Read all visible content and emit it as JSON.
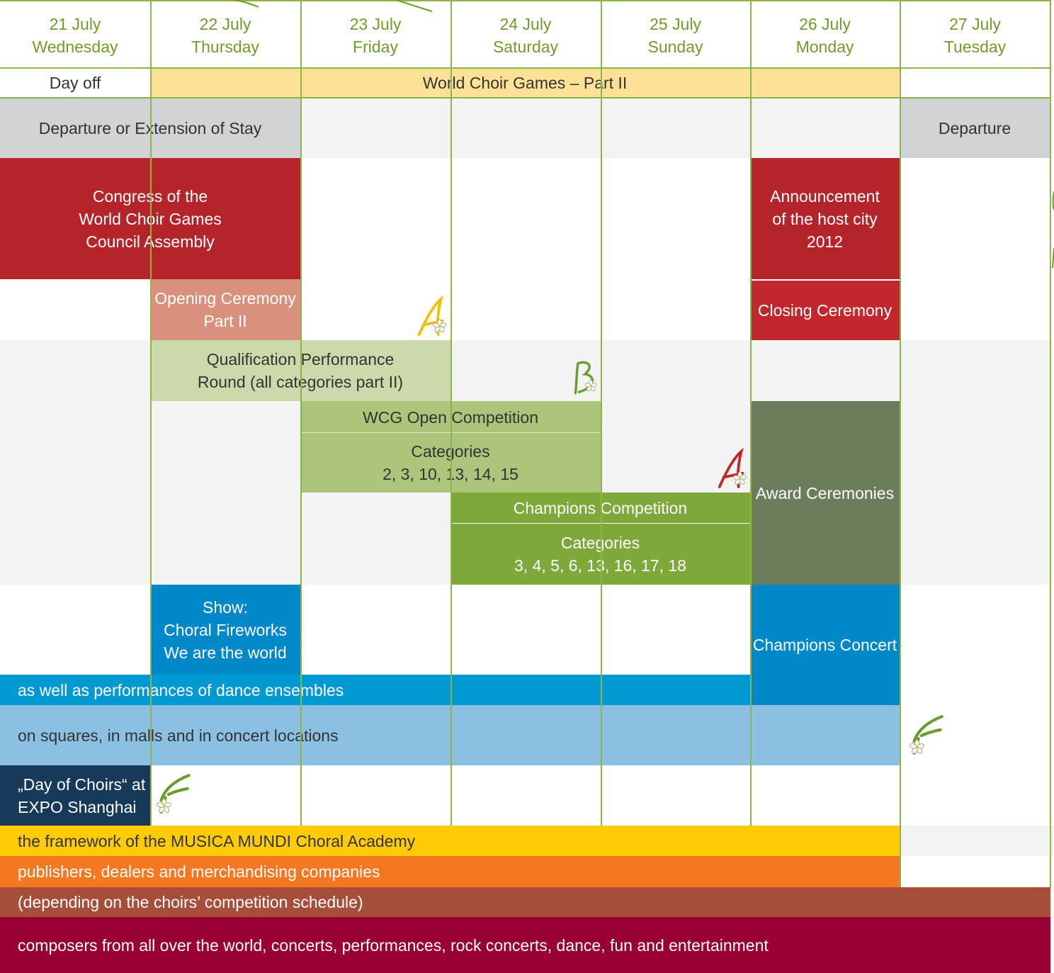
{
  "days": [
    {
      "date": "21 July",
      "weekday": "Wednesday"
    },
    {
      "date": "22 July",
      "weekday": "Thursday"
    },
    {
      "date": "23 July",
      "weekday": "Friday"
    },
    {
      "date": "24 July",
      "weekday": "Saturday"
    },
    {
      "date": "25 July",
      "weekday": "Sunday"
    },
    {
      "date": "26 July",
      "weekday": "Monday"
    },
    {
      "date": "27 July",
      "weekday": "Tuesday"
    }
  ],
  "colors": {
    "grid_line": "#8cb446",
    "header_text": "#6f9c2a",
    "dark_text": "#333333",
    "cream": "#fde196",
    "grey_band": "#d1d3d4",
    "light_band": "#f2f3f2",
    "congress_red": "#b5242b",
    "ceremony_red": "#c1272d",
    "salmon": "#d9907d",
    "pale_green": "#ccd9aa",
    "open_green": "#adc57b",
    "champ_green": "#7fa83a",
    "olive": "#6c7d5c",
    "blue": "#0088c8",
    "blue_bar": "#0099d1",
    "light_blue": "#8bc0e2",
    "navy": "#17395a",
    "yellow": "#fecb05",
    "orange": "#f37821",
    "brown": "#a64e3a",
    "maroon": "#990033",
    "icon_yellow": "#f2c200",
    "icon_green": "#6b9c2e",
    "icon_red": "#c1272d"
  },
  "blocks": [
    {
      "id": "day-off",
      "lines": [
        "Day off"
      ],
      "text": "dark"
    },
    {
      "id": "world-choir-games-part-2",
      "lines": [
        "World Choir Games – Part II"
      ],
      "text": "dark"
    },
    {
      "id": "departure-or-extension",
      "lines": [
        "Departure or Extension of Stay"
      ],
      "text": "dark"
    },
    {
      "id": "departure",
      "lines": [
        "Departure"
      ],
      "text": "dark"
    },
    {
      "id": "congress",
      "lines": [
        "Congress of the",
        "World Choir Games",
        "Council Assembly"
      ],
      "text": "light"
    },
    {
      "id": "announcement",
      "lines": [
        "Announcement",
        "of the host city",
        "2012"
      ],
      "text": "light"
    },
    {
      "id": "opening-ceremony",
      "lines": [
        "Opening Ceremony",
        "Part II"
      ],
      "text": "light"
    },
    {
      "id": "closing-ceremony",
      "lines": [
        "Closing Ceremony"
      ],
      "text": "light"
    },
    {
      "id": "qualification",
      "lines": [
        "Qualification Performance",
        "Round (all categories part II)"
      ],
      "text": "dark"
    },
    {
      "id": "wcg-open-title",
      "lines": [
        "WCG Open Competition"
      ],
      "text": "dark"
    },
    {
      "id": "wcg-open-categories",
      "lines": [
        "Categories",
        "2, 3, 10, 13, 14, 15"
      ],
      "text": "dark"
    },
    {
      "id": "champions-title",
      "lines": [
        "Champions Competition"
      ],
      "text": "light"
    },
    {
      "id": "champions-categories",
      "lines": [
        "Categories",
        "3, 4,  5,  6, 13, 16, 17, 18"
      ],
      "text": "light"
    },
    {
      "id": "award-ceremonies",
      "lines": [
        "Award Ceremonies"
      ],
      "text": "light"
    },
    {
      "id": "show",
      "lines": [
        "Show:",
        "Choral Fireworks",
        "We are the world"
      ],
      "text": "light"
    },
    {
      "id": "champions-concert",
      "lines": [
        "Champions Concert"
      ],
      "text": "light"
    },
    {
      "id": "dance-ensembles",
      "lines": [
        "as well as performances of dance ensembles"
      ],
      "text": "light"
    },
    {
      "id": "squares-malls",
      "lines": [
        "on squares, in malls and in concert locations"
      ],
      "text": "dark"
    },
    {
      "id": "day-of-choirs",
      "lines": [
        "„Day of Choirs“ at",
        "EXPO Shanghai"
      ],
      "text": "light"
    },
    {
      "id": "musica-mundi",
      "lines": [
        "the framework of the MUSICA MUNDI Choral Academy"
      ],
      "text": "dark"
    },
    {
      "id": "publishers",
      "lines": [
        "publishers, dealers and merchandising companies"
      ],
      "text": "light"
    },
    {
      "id": "competition-schedule",
      "lines": [
        "(depending on the choirs’ competition schedule)"
      ],
      "text": "light"
    },
    {
      "id": "composers",
      "lines": [
        "composers from all over the world, concerts, performances, rock concerts, dance, fun and entertainment"
      ],
      "text": "light"
    }
  ],
  "icons": [
    {
      "id": "competition-a-yellow",
      "kind": "a",
      "color": "icon_yellow"
    },
    {
      "id": "competition-b",
      "kind": "b",
      "color": "icon_green"
    },
    {
      "id": "competition-a-red",
      "kind": "a",
      "color": "icon_red"
    },
    {
      "id": "flower-f-1",
      "kind": "f",
      "color": "icon_green"
    },
    {
      "id": "flower-f-2",
      "kind": "f",
      "color": "icon_green"
    }
  ]
}
